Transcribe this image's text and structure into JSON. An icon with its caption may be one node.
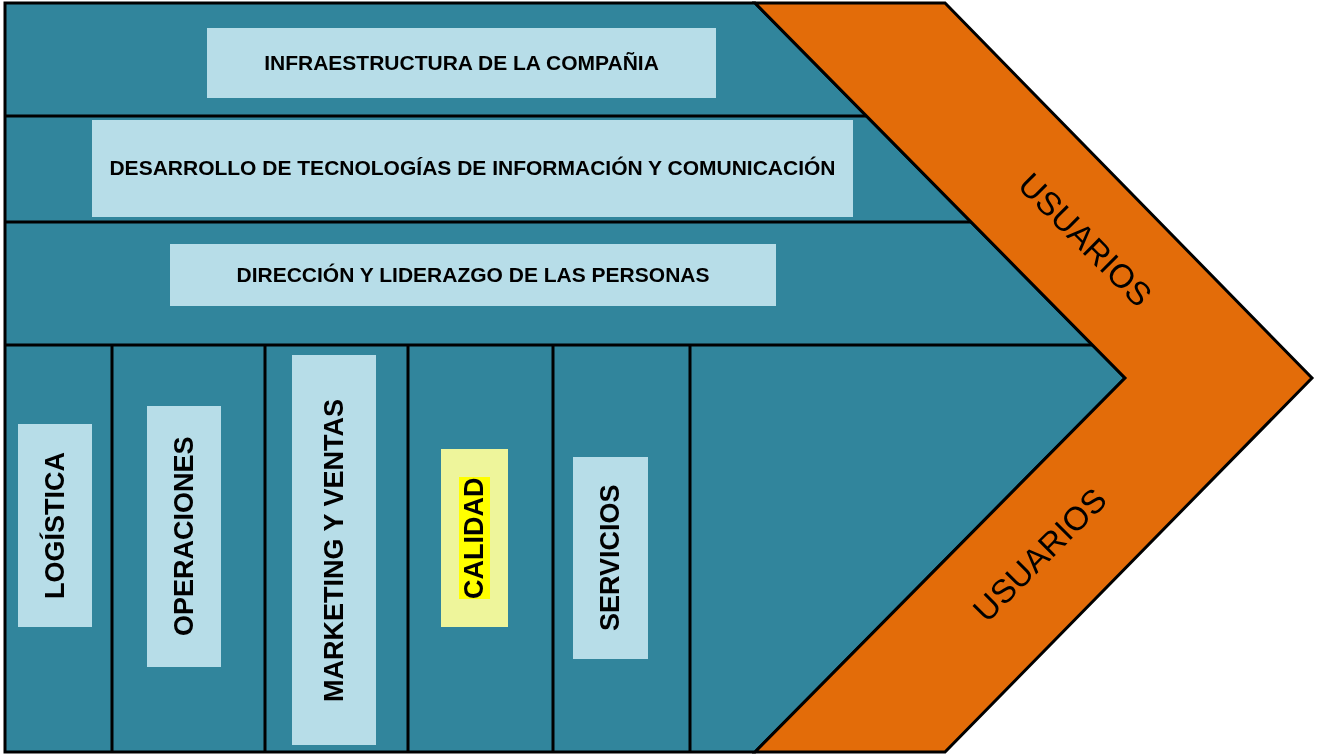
{
  "diagram": {
    "nodes": [
      {
        "text": [
          "USUARIOS",
          "USUARIOS"
        ]
      },
      {
        "text": [
          "INFRAESTRUCTURA DE LA COMPAÑIA"
        ]
      },
      {
        "text": [
          "DESARROLLO DE TECNOLOGÍAS DE INFORMACIÓN Y COMUNICACIÓN"
        ]
      },
      {
        "text": [
          "DIRECCIÓN Y LIDERAZGO DE LAS PERSONAS"
        ]
      },
      {
        "text": [
          "LOGÍSTICA"
        ]
      },
      {
        "text": [
          "OPERACIONES"
        ]
      },
      {
        "text": [
          "MARKETING Y VENTAS"
        ]
      },
      {
        "text": [
          "CALIDAD"
        ]
      },
      {
        "text": [
          "SERVICIOS"
        ]
      }
    ]
  }
}
